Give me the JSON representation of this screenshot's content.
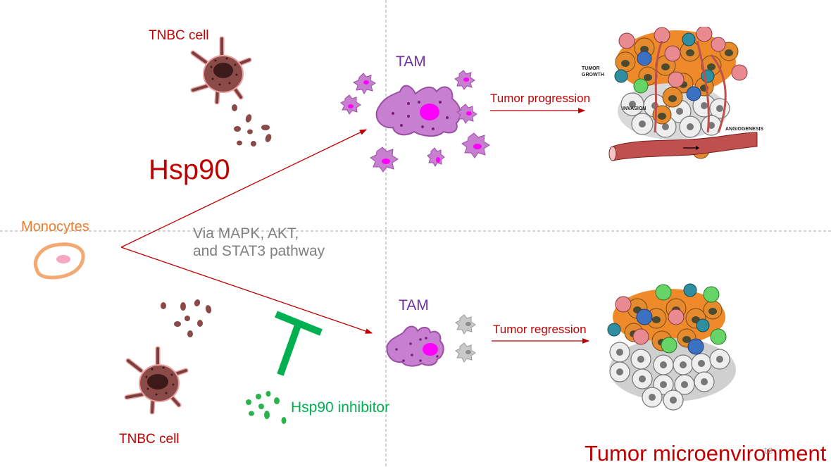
{
  "slide": {
    "title": "Tumor microenvironment",
    "page_number": "18"
  },
  "labels": {
    "tnbc_cell_top": "TNBC cell",
    "tnbc_cell_bottom": "TNBC cell",
    "hsp90": "Hsp90",
    "monocytes": "Monocytes",
    "pathway_line1": "Via MAPK, AKT,",
    "pathway_line2": "and STAT3 pathway",
    "tam_top": "TAM",
    "tam_bottom": "TAM",
    "tumor_progression": "Tumor progression",
    "tumor_regression": "Tumor regression",
    "hsp90_inhibitor": "Hsp90 inhibitor"
  },
  "tumor_illustration_labels": {
    "tumor_growth_line1": "TUMOR",
    "tumor_growth_line2": "GROWTH",
    "invasion": "INVASION",
    "angiogenesis": "ANGIOGENESIS"
  },
  "colors": {
    "title_red": "#c00000",
    "monocyte_orange": "#ed7d31",
    "tam_purple": "#7030a0",
    "inhibitor_green": "#00b050",
    "pathway_gray": "#808080",
    "tnbc_brown": "#7b3f3f",
    "tam_body": "#c77fd0",
    "tam_nucleus": "#ff00ff"
  }
}
